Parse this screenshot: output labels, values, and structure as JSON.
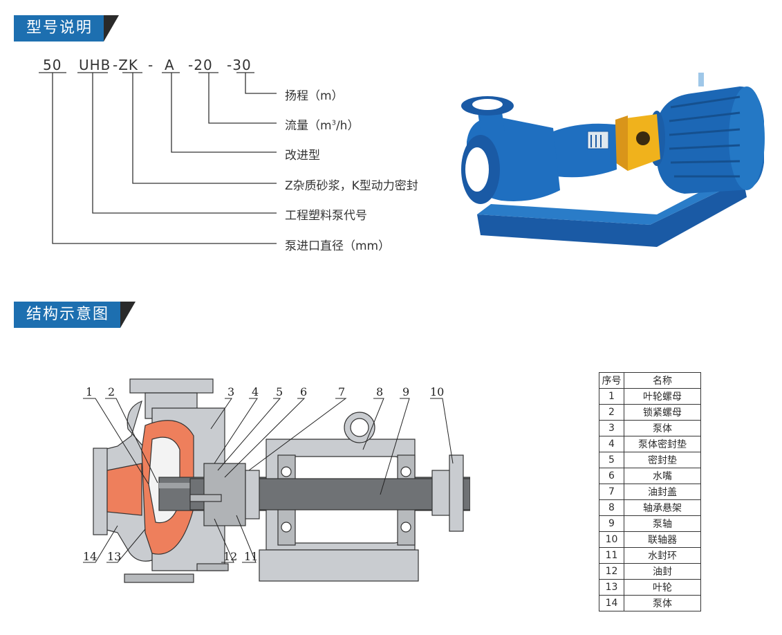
{
  "sections": {
    "model": "型号说明",
    "structure": "结构示意图"
  },
  "model_code": {
    "parts": [
      "50",
      "UHB",
      "-ZK",
      "-",
      "A",
      "-20",
      "-30"
    ],
    "meanings": {
      "head": "扬程（m）",
      "flow_prefix": "流量（m",
      "flow_sup": "3",
      "flow_suffix": "/h）",
      "improved": "改进型",
      "zk": "Z杂质砂浆，K型动力密封",
      "code": "工程塑料泵代号",
      "inlet": "泵进口直径（mm）"
    }
  },
  "callouts": [
    "1",
    "2",
    "3",
    "4",
    "5",
    "6",
    "7",
    "8",
    "9",
    "10",
    "11",
    "12",
    "13",
    "14"
  ],
  "parts_table": {
    "headers": [
      "序号",
      "名称"
    ],
    "rows": [
      [
        "1",
        "叶轮螺母"
      ],
      [
        "2",
        "锁紧螺母"
      ],
      [
        "3",
        "泵体"
      ],
      [
        "4",
        "泵体密封垫"
      ],
      [
        "5",
        "密封垫"
      ],
      [
        "6",
        "水嘴"
      ],
      [
        "7",
        "油封盖"
      ],
      [
        "8",
        "轴承悬架"
      ],
      [
        "9",
        "泵轴"
      ],
      [
        "10",
        "联轴器"
      ],
      [
        "11",
        "水封环"
      ],
      [
        "12",
        "油封"
      ],
      [
        "13",
        "叶轮"
      ],
      [
        "14",
        "泵体"
      ]
    ]
  },
  "colors": {
    "header_blue": "#1d6fb0",
    "pump_blue": "#1f6fc0",
    "coupling_yellow": "#f0b21c",
    "casing_gray": "#c9ccd0",
    "impeller_orange": "#ee7f5c"
  }
}
